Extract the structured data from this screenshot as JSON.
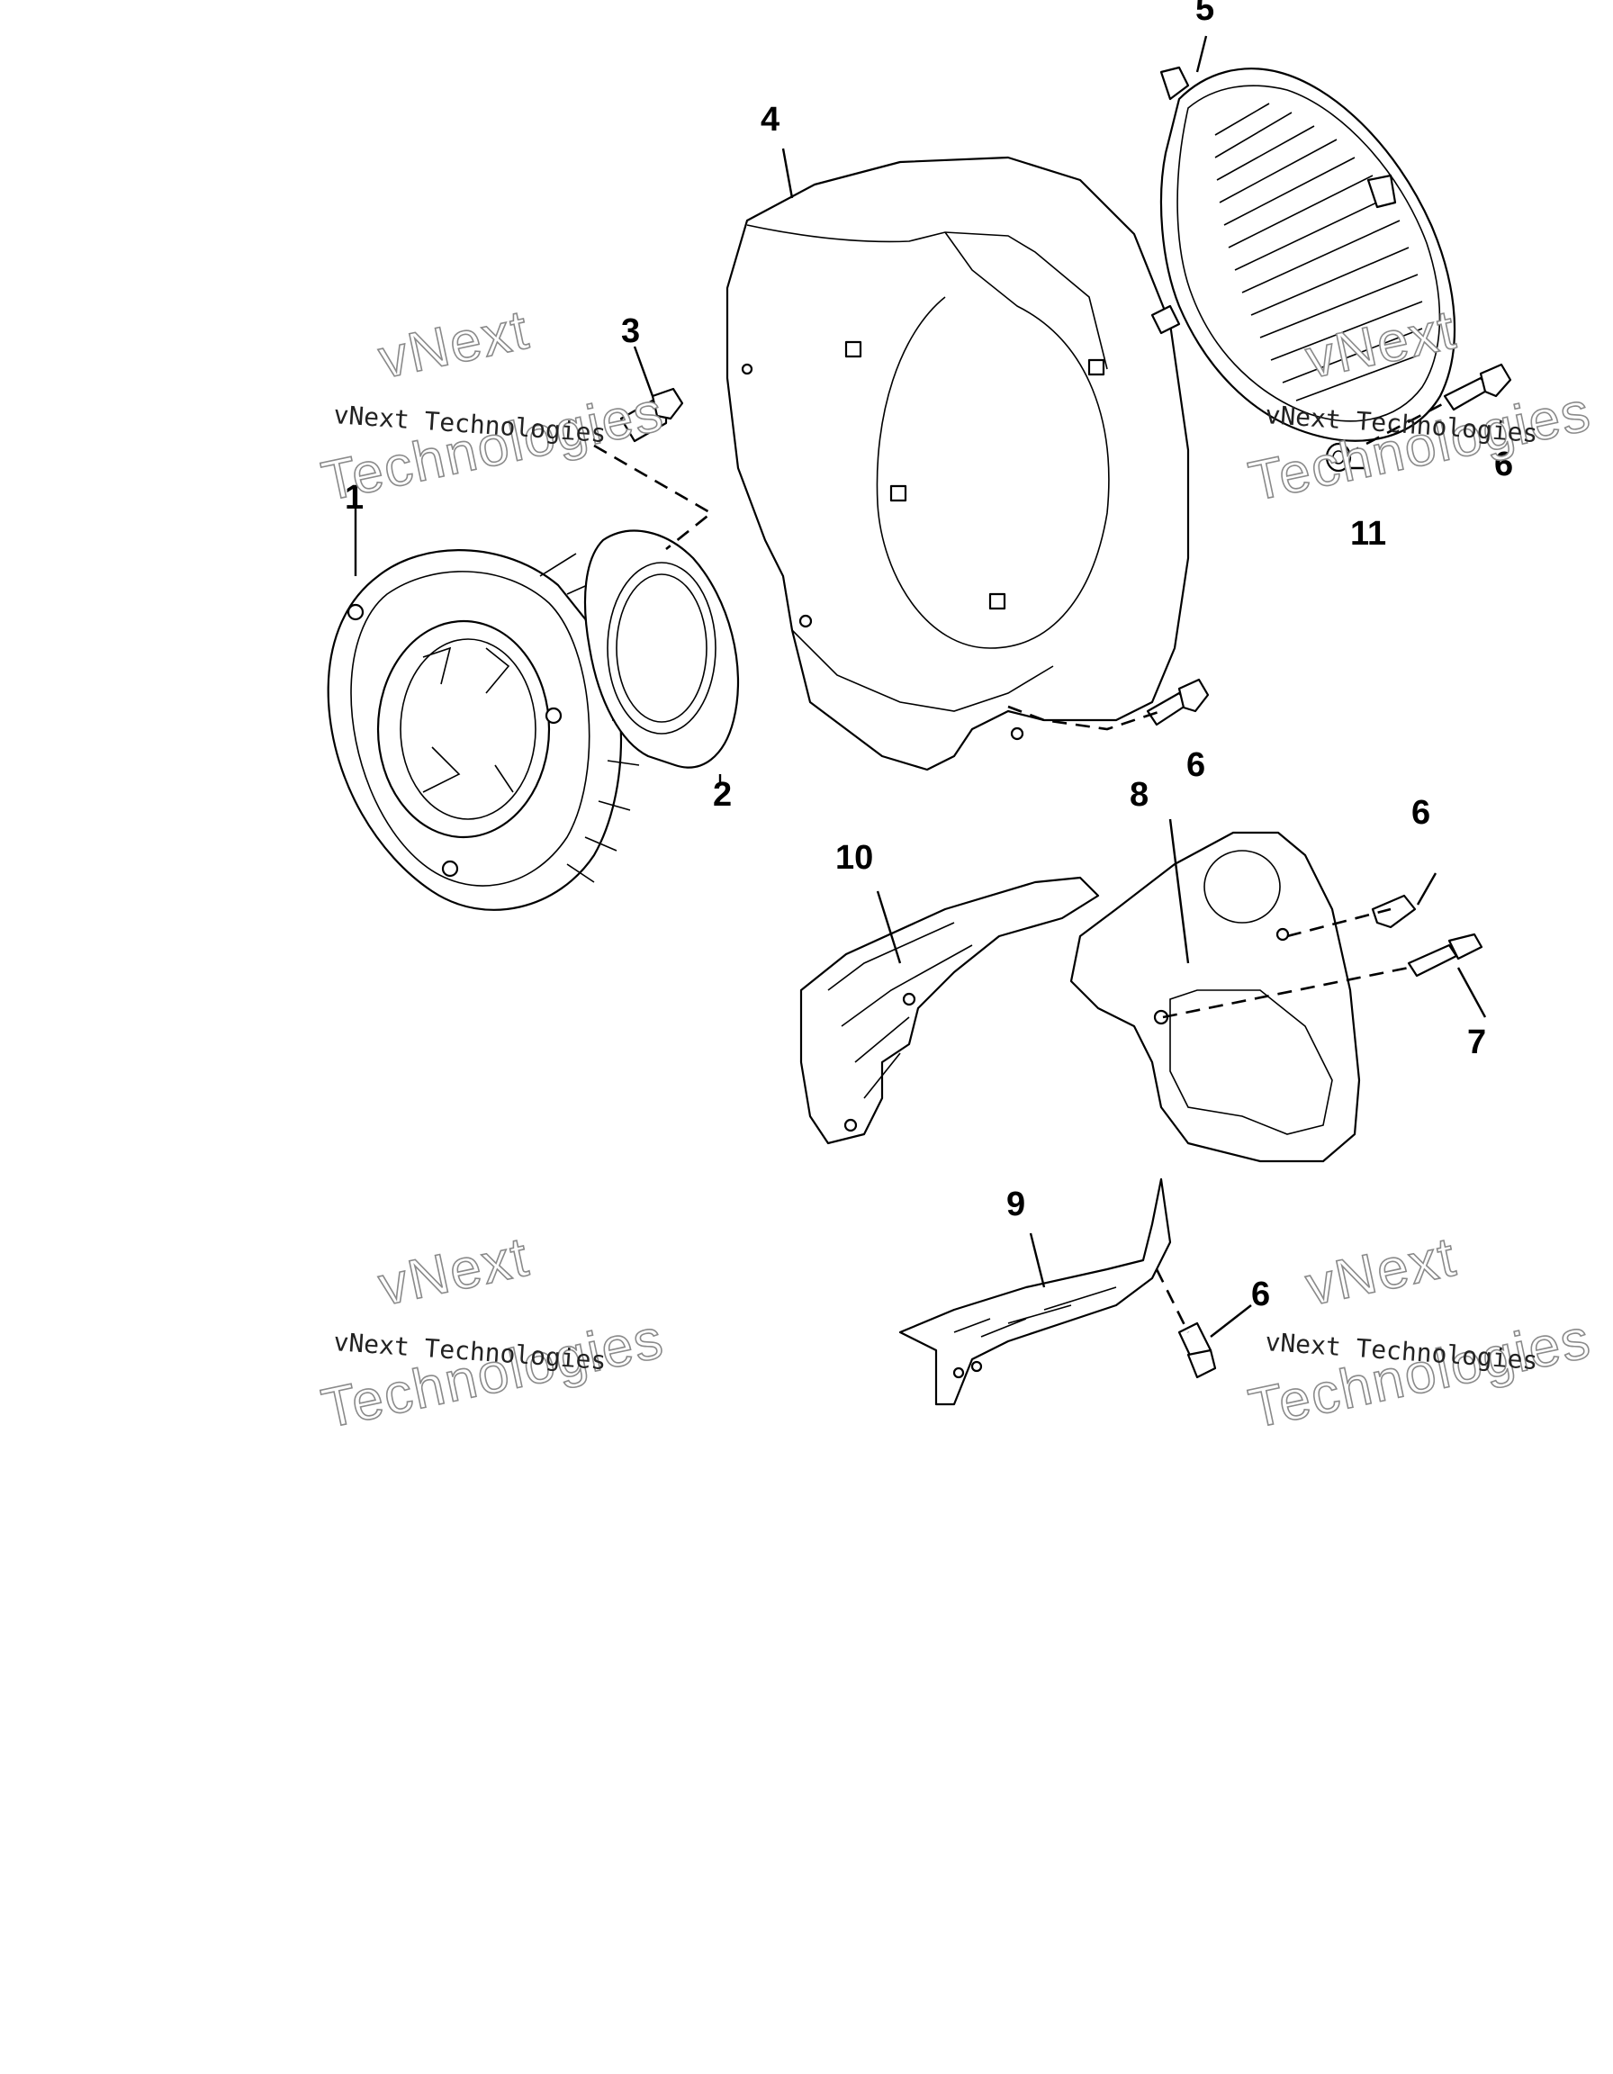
{
  "callouts": [
    {
      "id": "1",
      "label": "1"
    },
    {
      "id": "2",
      "label": "2"
    },
    {
      "id": "3",
      "label": "3"
    },
    {
      "id": "4",
      "label": "4"
    },
    {
      "id": "5",
      "label": "5"
    },
    {
      "id": "6",
      "label": "6"
    },
    {
      "id": "7",
      "label": "7"
    },
    {
      "id": "8",
      "label": "8"
    },
    {
      "id": "9",
      "label": "9"
    },
    {
      "id": "10",
      "label": "10"
    },
    {
      "id": "11",
      "label": "11"
    }
  ],
  "watermark": {
    "line1": "vNext",
    "line2": "vNext Technologies",
    "line3": "Technologies"
  }
}
